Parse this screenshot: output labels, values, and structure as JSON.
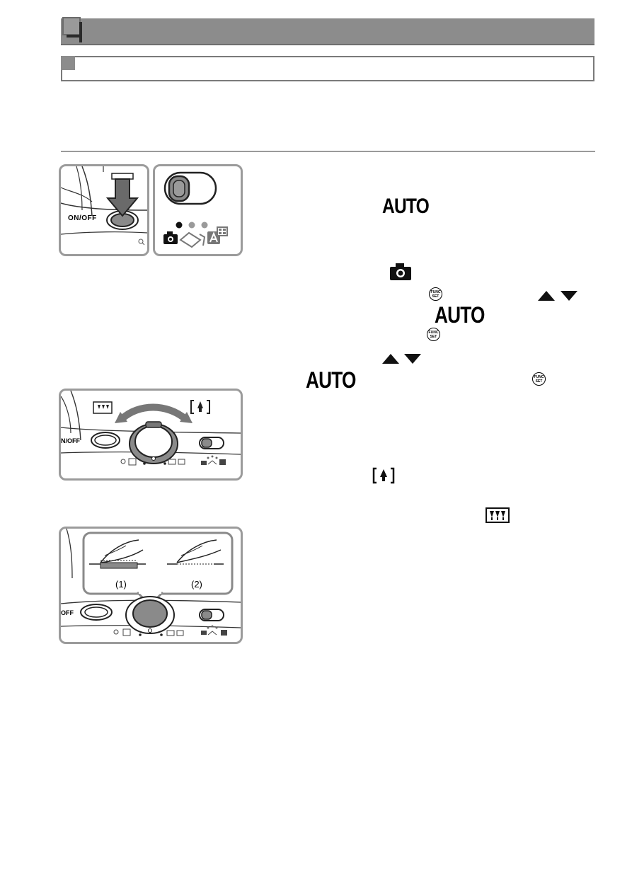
{
  "panels": {
    "power": {
      "on_off_label": "ON/OFF"
    },
    "press": {
      "label_1": "(1)",
      "label_2": "(2)"
    }
  },
  "instructions": {
    "auto_mode_label": "AUTO",
    "func_set_top": "FUNC",
    "func_set_bottom": "SET"
  },
  "colors": {
    "header_gray": "#8c8c8c",
    "panel_border": "#9b9b9b",
    "button_fill": "#8a8a8a"
  }
}
